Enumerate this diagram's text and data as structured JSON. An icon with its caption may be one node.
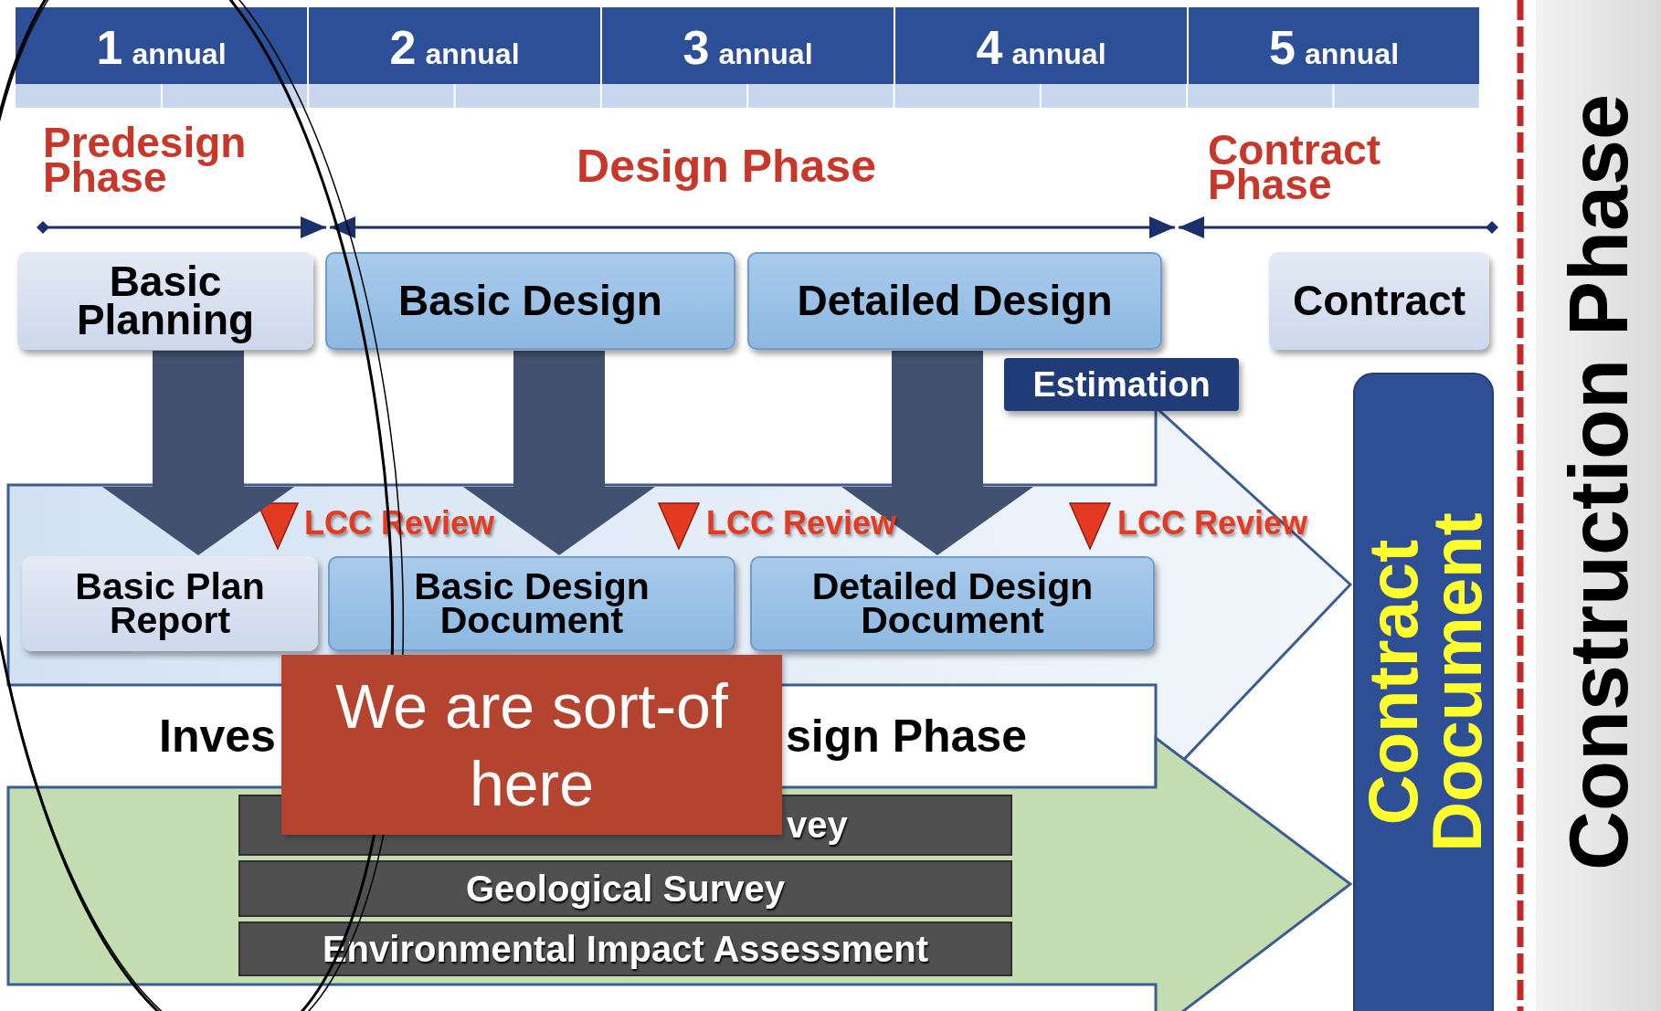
{
  "diagram": {
    "nodes": [
      {
        "text": [
          "1",
          "annual"
        ]
      },
      {
        "text": [
          "2",
          "annual"
        ]
      },
      {
        "text": [
          "3",
          "annual"
        ]
      },
      {
        "text": [
          "4",
          "annual"
        ]
      },
      {
        "text": [
          "5",
          "annual"
        ]
      },
      {
        "text": [
          "Basic Planning"
        ]
      },
      {
        "text": [
          "Basic Design"
        ]
      },
      {
        "text": [
          "Detailed Design"
        ]
      },
      {
        "text": [
          "Contract"
        ]
      },
      {
        "text": [
          "Estimation"
        ]
      },
      {
        "text": [
          "Basic Plan Report"
        ]
      },
      {
        "text": [
          "Basic Design Document"
        ]
      },
      {
        "text": [
          "Detailed Design Document"
        ]
      },
      {
        "text": [
          "Contract Document"
        ]
      },
      {
        "text": [
          "vey"
        ]
      },
      {
        "text": [
          "Geological Survey"
        ]
      },
      {
        "text": [
          "Environmental Impact Assessment"
        ]
      },
      {
        "text": [
          "We are sort-of here"
        ]
      },
      {
        "text": [
          "Construction Phase"
        ]
      }
    ],
    "edges": [
      {
        "from": 5,
        "to": 10,
        "arrow": "to"
      },
      {
        "from": 6,
        "to": 11,
        "arrow": "to"
      },
      {
        "from": 7,
        "to": 12,
        "arrow": "to"
      }
    ],
    "labels": [
      "Predesign Phase",
      "Design Phase",
      "Contract Phase",
      "LCC Review",
      "LCC Review",
      "LCC Review",
      "Inves",
      "sign Phase"
    ]
  }
}
